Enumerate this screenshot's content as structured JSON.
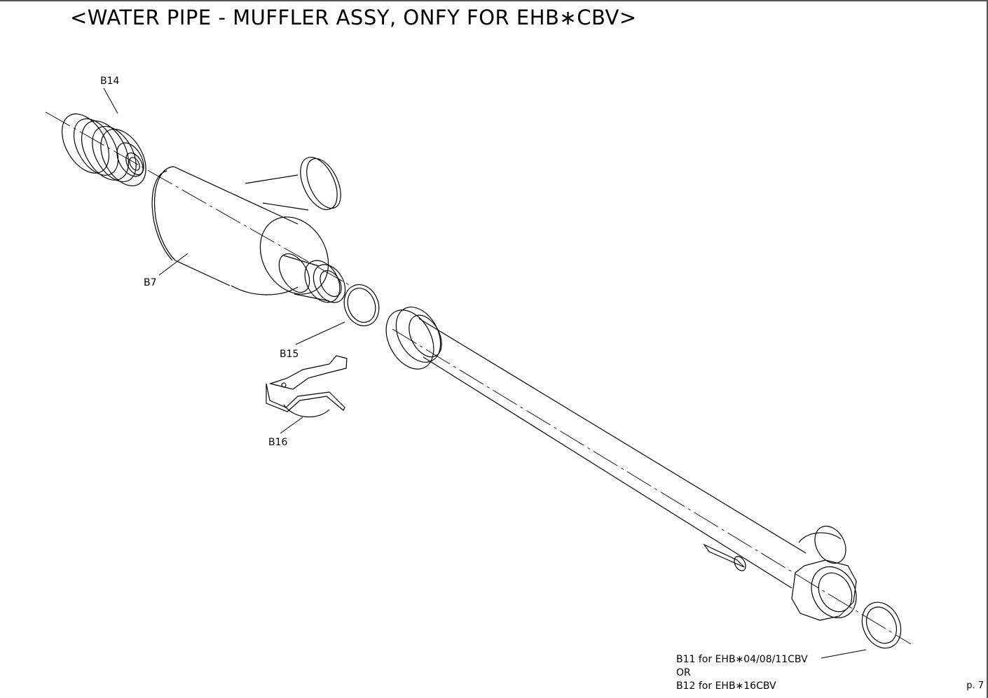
{
  "title": "<WATER PIPE - MUFFLER ASSY, ONFY FOR EHB∗CBV>",
  "callouts": {
    "b14": "B14",
    "b7": "B7",
    "b15": "B15",
    "b16": "B16"
  },
  "note": {
    "line1": "B11 for EHB∗04/08/11CBV",
    "line2": "OR",
    "line3": "B12 for EHB∗16CBV"
  },
  "page_number": "p. 7"
}
